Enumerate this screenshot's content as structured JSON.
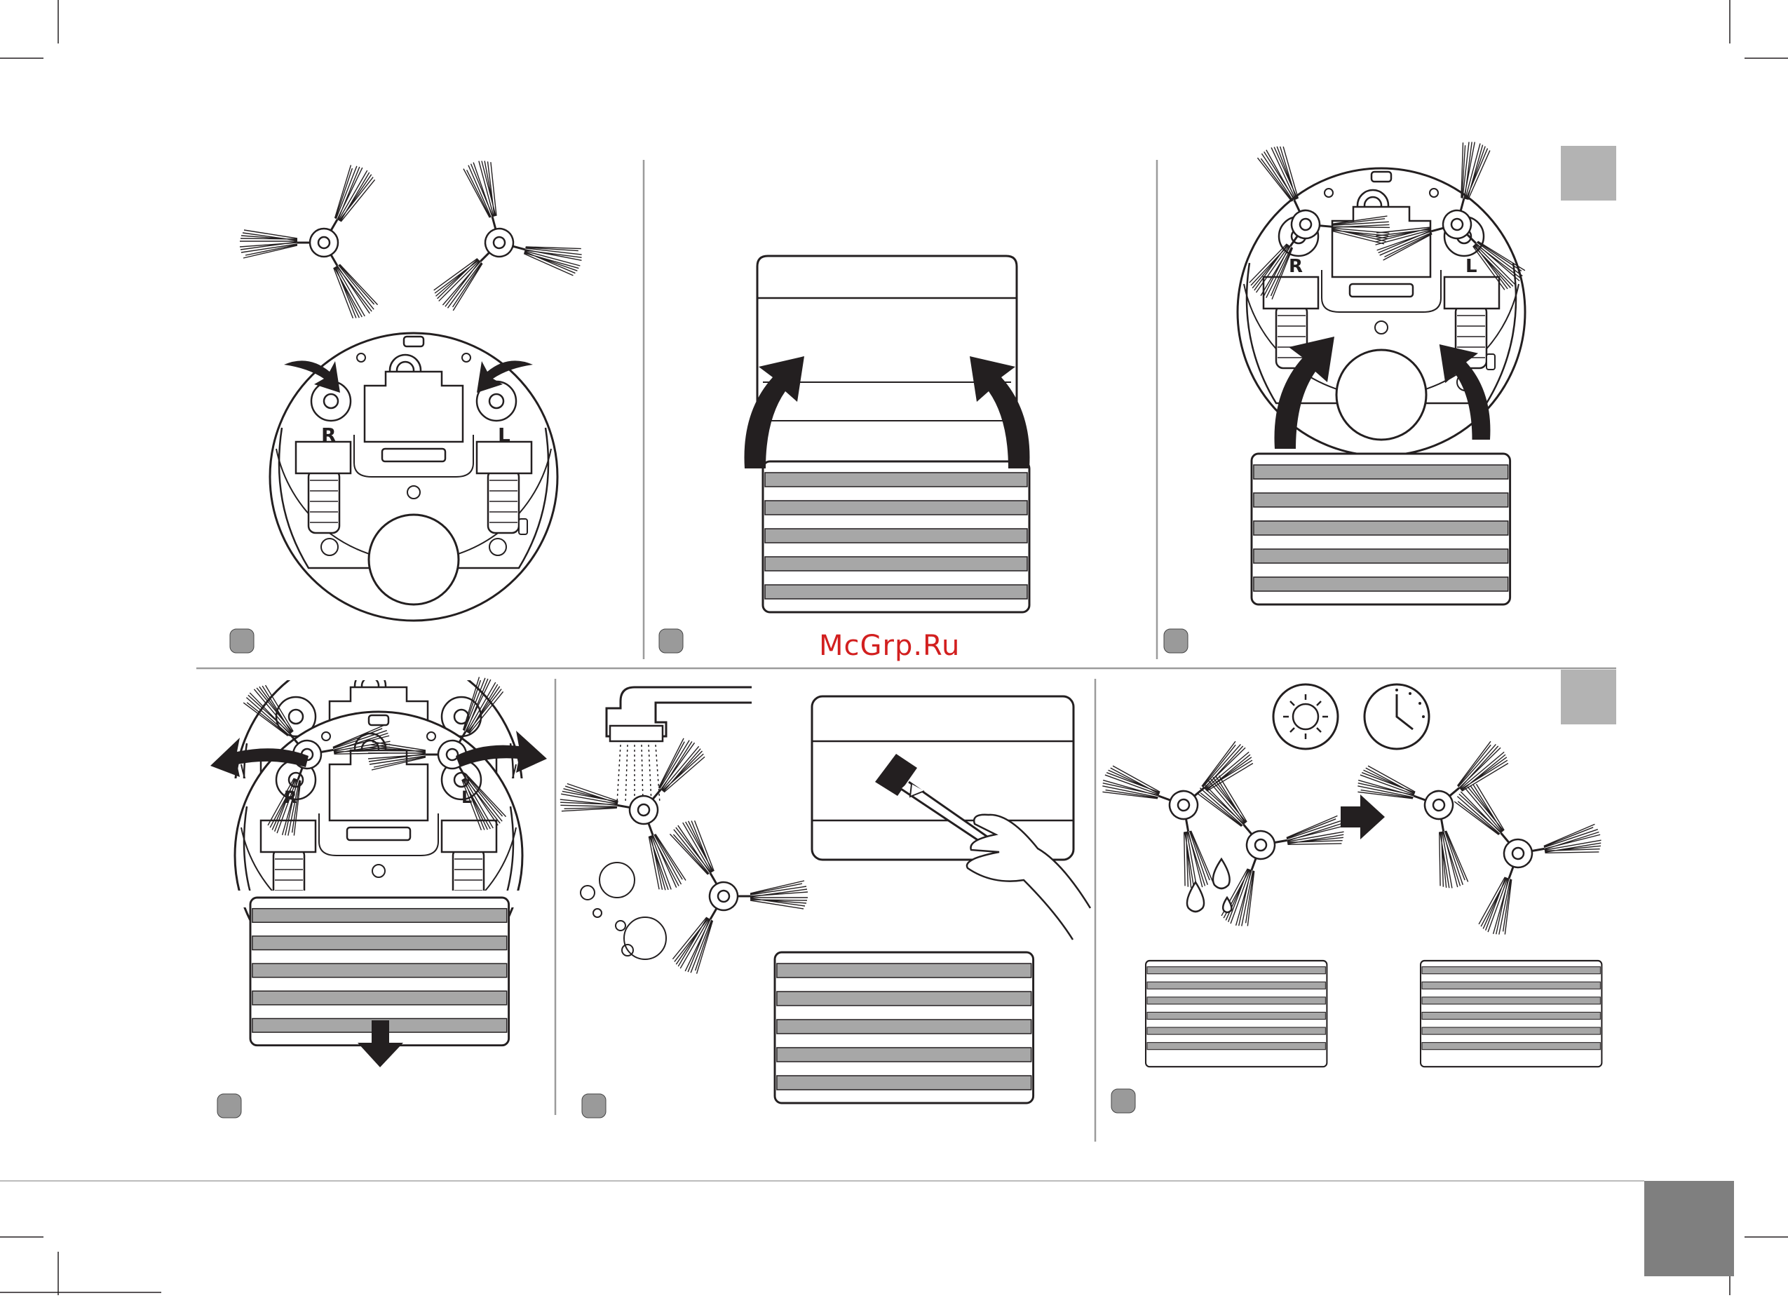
{
  "document": {
    "watermark": "McGrp.Ru",
    "brush_labels": {
      "right": "R",
      "left": "L"
    },
    "colors": {
      "line": "#231f20",
      "tab": "#b3b3b3",
      "step_dot": "#9a9a9a",
      "page_tab": "#7f7f7f",
      "stripe": "#a7a7a7",
      "watermark": "#d21f1f"
    },
    "icons": [
      "side-brush-icon",
      "robot-underside-icon",
      "filter-icon",
      "faucet-icon",
      "cleaning-brush-icon",
      "hand-icon",
      "sun-icon",
      "clock-icon",
      "water-drop-icon",
      "arrow-icon"
    ]
  }
}
